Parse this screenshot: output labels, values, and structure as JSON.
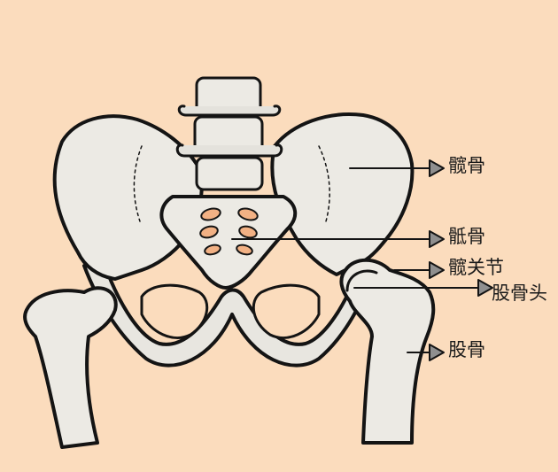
{
  "diagram": {
    "labels": {
      "ilium": "髋骨",
      "sacrum": "骶骨",
      "hip_joint": "髋关节",
      "femoral_head": "股骨头",
      "femur": "股骨"
    },
    "colors": {
      "background": "#fbdcbd",
      "bone": "#eceae4",
      "bone_shadow": "#c9c7c1",
      "outline": "#141414",
      "sacral_foramina": "#f2b184"
    }
  }
}
